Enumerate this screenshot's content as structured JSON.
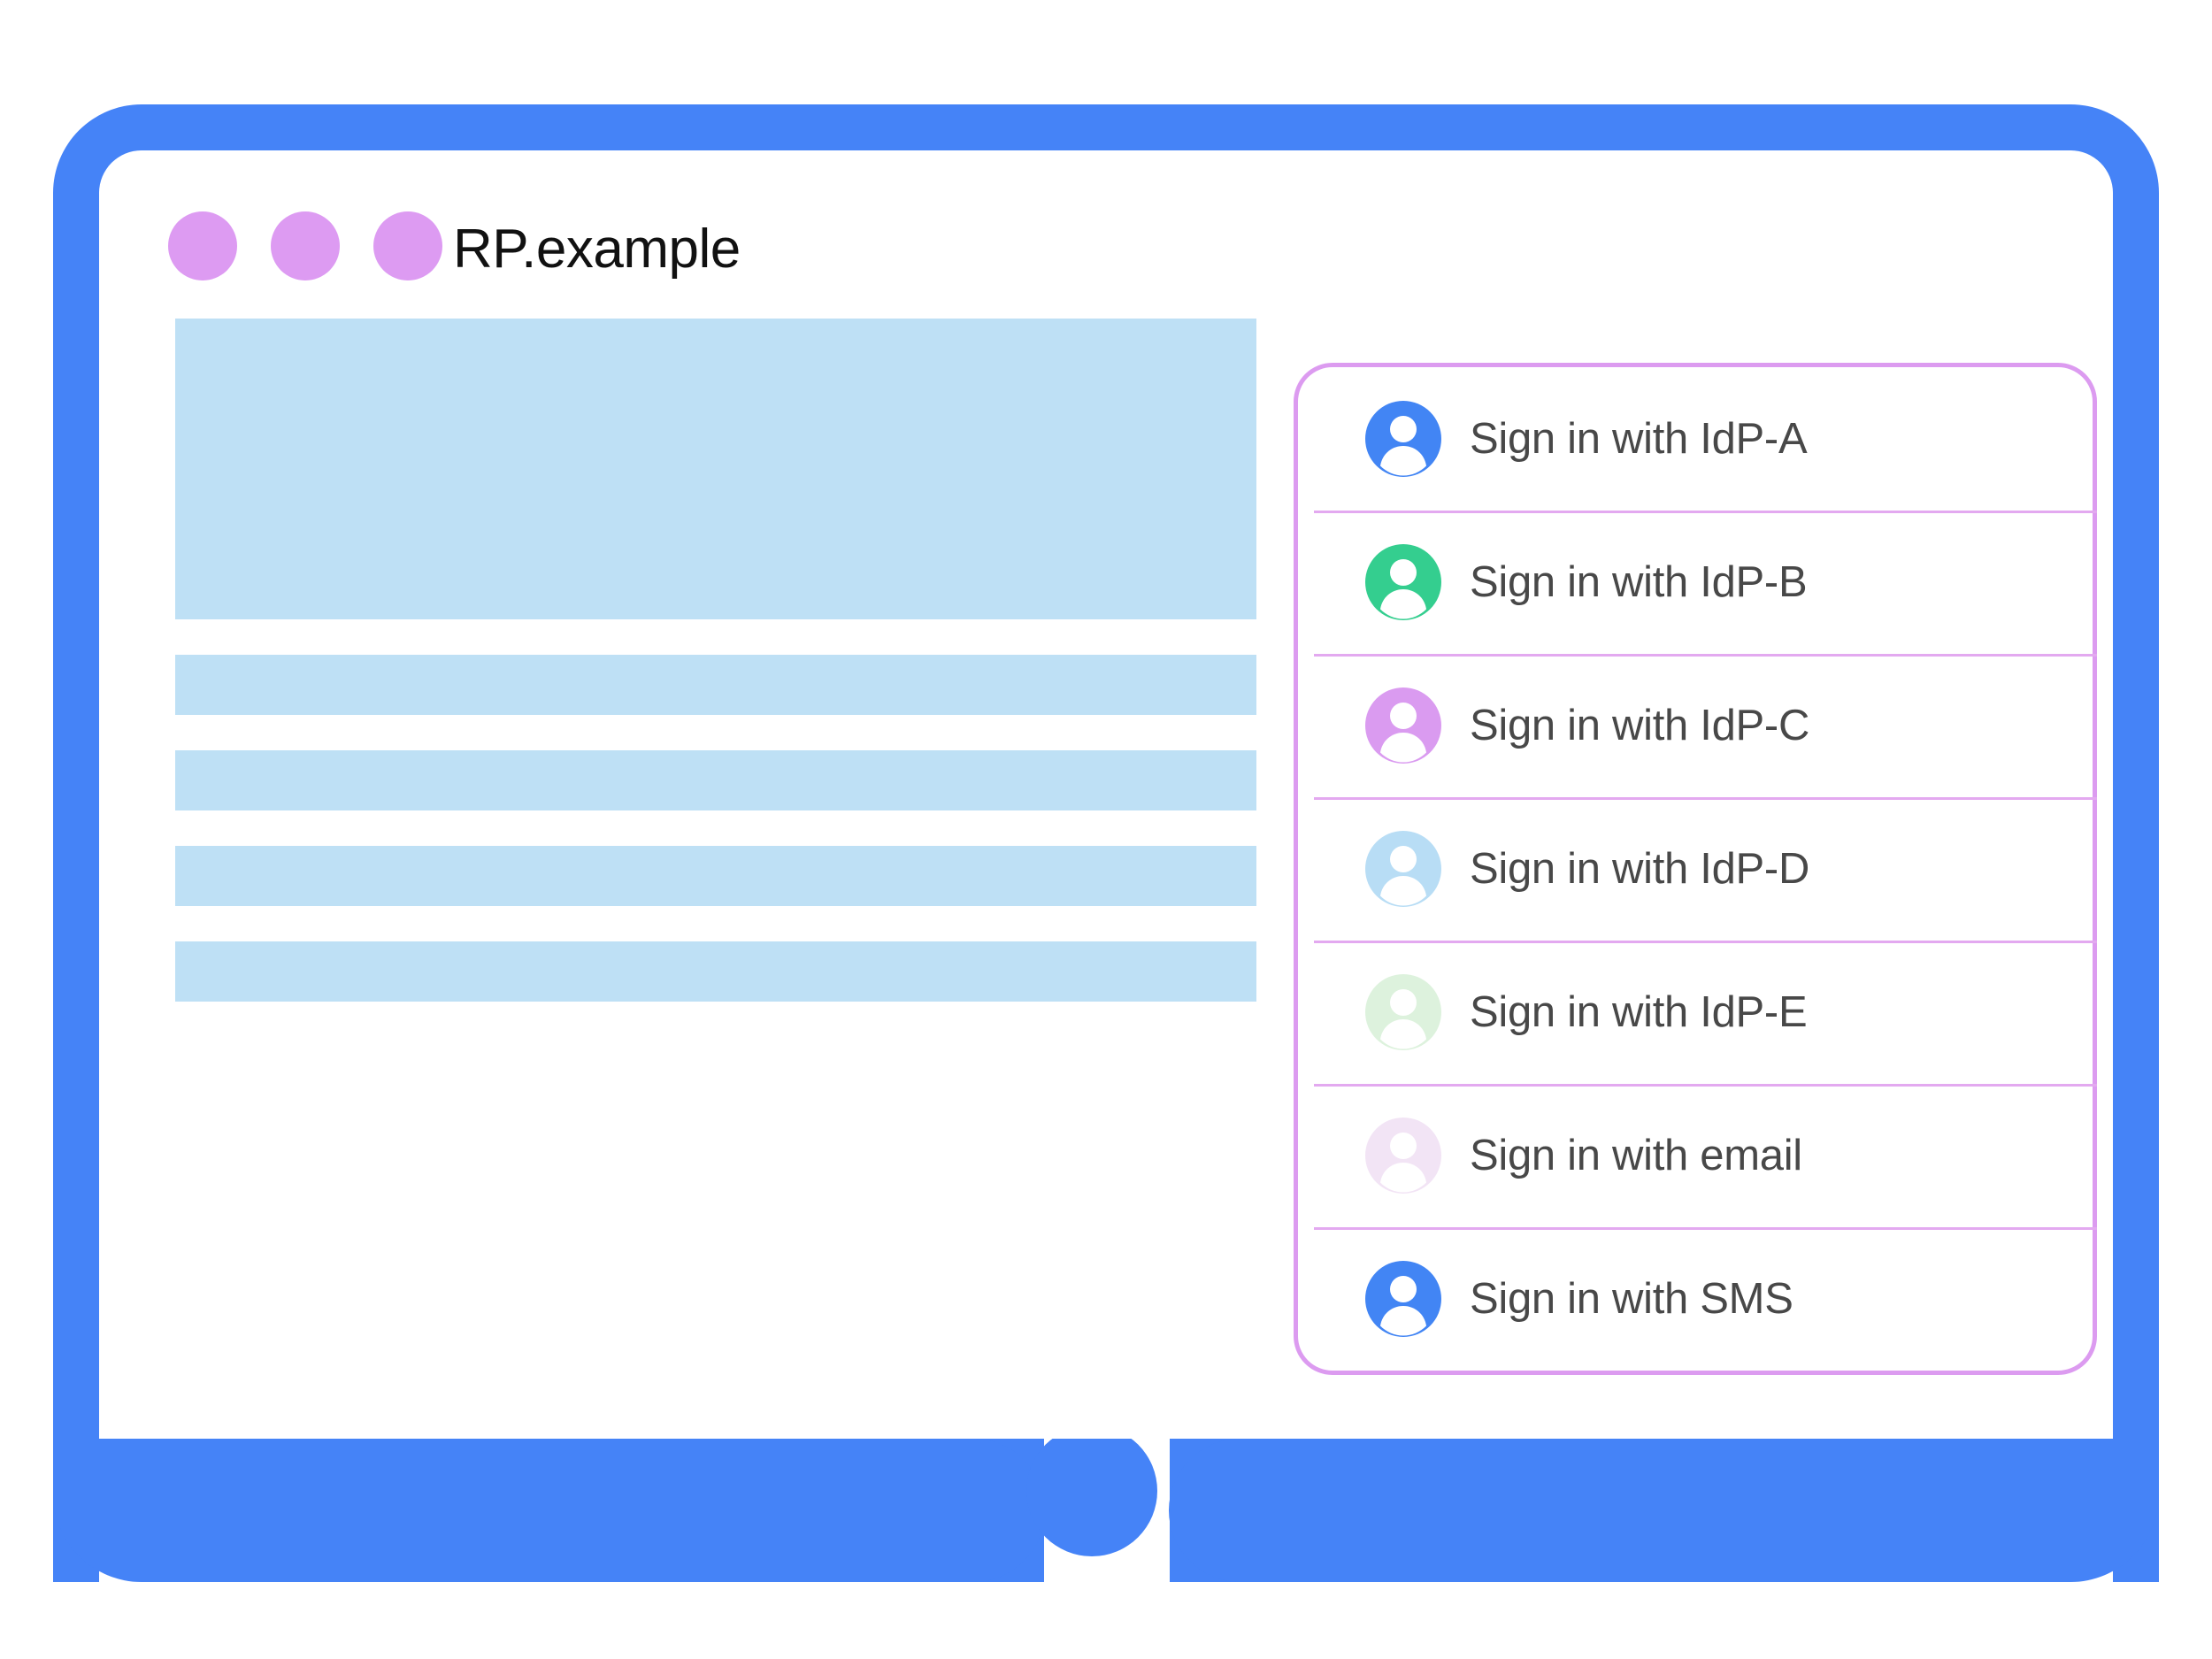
{
  "window": {
    "title": "RP.example",
    "traffic_dots": [
      "dot-1",
      "dot-2",
      "dot-3"
    ],
    "dot_color": "#DD9BF2",
    "frame_color": "#4583F7"
  },
  "page_content": {
    "placeholder_color": "#BEE0F5",
    "blocks": [
      {
        "name": "hero-placeholder",
        "kind": "hero"
      },
      {
        "name": "text-placeholder-1",
        "kind": "bar"
      },
      {
        "name": "text-placeholder-2",
        "kind": "bar"
      },
      {
        "name": "text-placeholder-3",
        "kind": "bar"
      },
      {
        "name": "text-placeholder-4",
        "kind": "bar"
      }
    ]
  },
  "account_chooser": {
    "border_color": "#DC9BF0",
    "divider_color": "#E3A9F0",
    "label_color": "#484848",
    "options": [
      {
        "label": "Sign in with IdP-A",
        "icon": "account-avatar-icon",
        "avatar_color": "#4285F4"
      },
      {
        "label": "Sign in with IdP-B",
        "icon": "account-avatar-icon",
        "avatar_color": "#34CE8F"
      },
      {
        "label": "Sign in with IdP-C",
        "icon": "account-avatar-icon",
        "avatar_color": "#DA9BF0"
      },
      {
        "label": "Sign in with IdP-D",
        "icon": "account-avatar-icon",
        "avatar_color": "#B8DDF5"
      },
      {
        "label": "Sign in with IdP-E",
        "icon": "account-avatar-icon",
        "avatar_color": "#DDF2DD"
      },
      {
        "label": "Sign in with email",
        "icon": "account-avatar-icon",
        "avatar_color": "#F2E4F5"
      },
      {
        "label": "Sign in with SMS",
        "icon": "account-avatar-icon",
        "avatar_color": "#4285F4"
      }
    ]
  }
}
